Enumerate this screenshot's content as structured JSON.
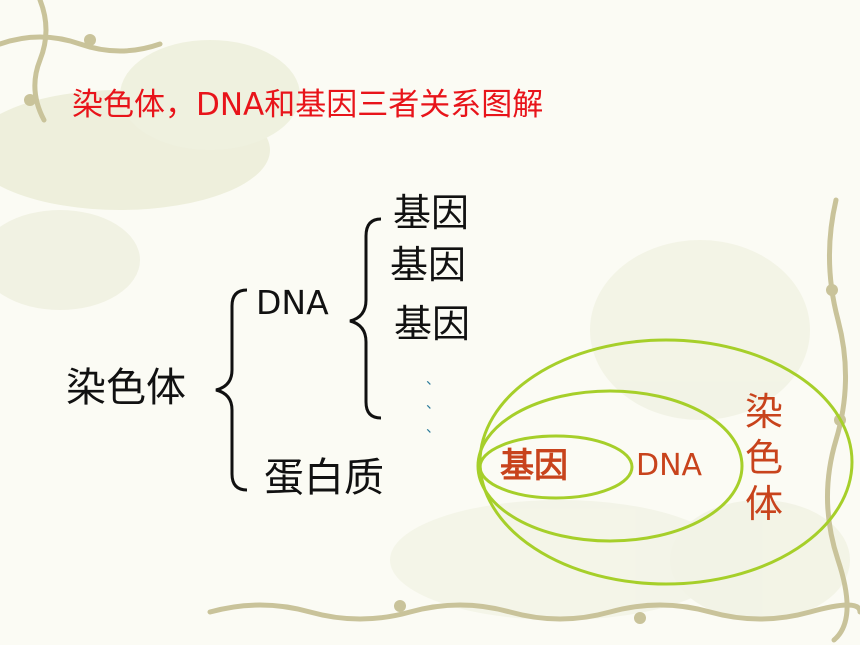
{
  "title": "染色体，DNA和基因三者关系图解",
  "tree": {
    "root": "染色体",
    "dna": "DNA",
    "protein": "蛋白质",
    "genes": [
      "基因",
      "基因",
      "基因"
    ],
    "ellipsis": [
      "、",
      "、",
      "、"
    ]
  },
  "venn": {
    "inner": "基因",
    "middle": "DNA",
    "outer": "染色体"
  },
  "colors": {
    "title": "#e8141a",
    "label_dark": "#111111",
    "venn_text": "#c8431c",
    "venn_stroke": "#a6cf2a",
    "decor": "#c9c39a"
  }
}
